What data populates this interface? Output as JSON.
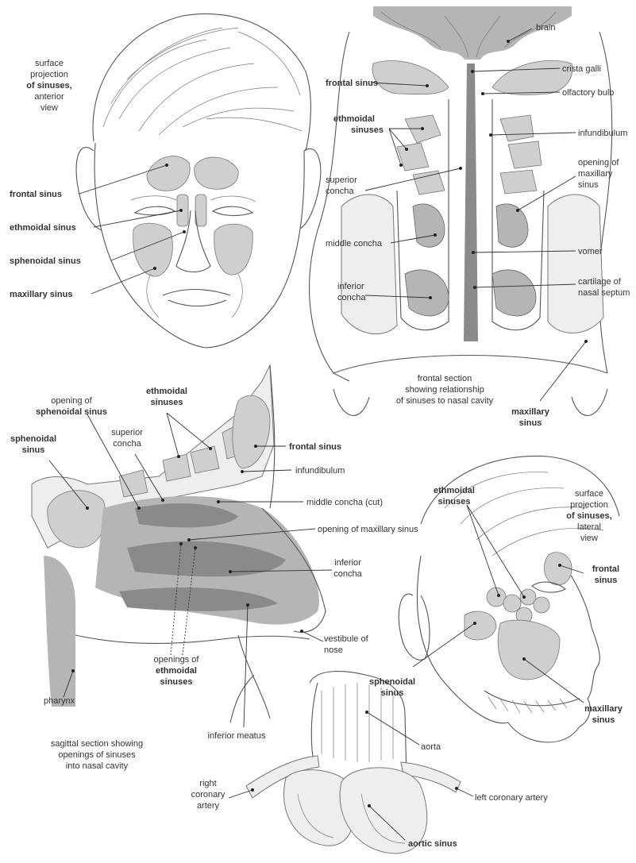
{
  "panels": {
    "anterior": {
      "caption": [
        "surface",
        "projection",
        "of sinuses,",
        "anterior",
        "view"
      ],
      "labels": [
        "frontal sinus",
        "ethmoidal sinus",
        "sphenoidal sinus",
        "maxillary sinus"
      ]
    },
    "frontal_section": {
      "labels": {
        "brain": "brain",
        "crista_galli": "crista galli",
        "olfactory_bulb": "olfactory bulb",
        "frontal_sinus": "frontal sinus",
        "ethmoidal_sinuses": [
          "ethmoidal",
          "sinuses"
        ],
        "infundibulum": "infundibulum",
        "opening_of_maxillary_sinus": [
          "opening of",
          "maxillary",
          "sinus"
        ],
        "superior_concha": [
          "superior",
          "concha"
        ],
        "middle_concha": "middle concha",
        "vomer": "vomer",
        "inferior_concha": [
          "inferior",
          "concha"
        ],
        "cartilage_of_nasal_septum": [
          "cartilage of",
          "nasal septum"
        ],
        "maxillary_sinus": [
          "maxillary",
          "sinus"
        ]
      },
      "caption": [
        "frontal section",
        "showing relationship",
        "of sinuses to nasal cavity"
      ]
    },
    "sagittal": {
      "labels": {
        "opening_of_sphenoidal_sinus": [
          "opening of",
          "sphenoidal sinus"
        ],
        "ethmoidal_sinuses": [
          "ethmoidal",
          "sinuses"
        ],
        "sphenoidal_sinus": [
          "sphenoidal",
          "sinus"
        ],
        "superior_concha": [
          "superior",
          "concha"
        ],
        "frontal_sinus": "frontal sinus",
        "infundibulum": "infundibulum",
        "middle_concha_cut": "middle concha (cut)",
        "opening_of_maxillary_sinus": "opening of maxillary sinus",
        "inferior_concha": [
          "inferior",
          "concha"
        ],
        "vestibule_of_nose": [
          "vestibule of",
          "nose"
        ],
        "openings_of_ethmoidal_sinuses": [
          "openings of",
          "ethmoidal",
          "sinuses"
        ],
        "pharynx": "pharynx",
        "inferior_meatus": "inferior meatus"
      },
      "caption": [
        "sagittal section showing",
        "openings of sinuses",
        "into nasal cavity"
      ]
    },
    "lateral": {
      "labels": {
        "ethmoidal_sinuses": [
          "ethmoidal",
          "sinuses"
        ],
        "frontal_sinus": [
          "frontal",
          "sinus"
        ],
        "sphenoidal_sinus": [
          "sphenoidal",
          "sinus"
        ],
        "maxillary_sinus": [
          "maxillary",
          "sinus"
        ]
      },
      "caption": [
        "surface",
        "projection",
        "of sinuses,",
        "lateral",
        "view"
      ]
    },
    "aortic": {
      "labels": {
        "aorta": "aorta",
        "right_coronary_artery": [
          "right",
          "coronary",
          "artery"
        ],
        "left_coronary_artery": "left coronary artery",
        "aortic_sinus": "aortic sinus"
      }
    }
  }
}
